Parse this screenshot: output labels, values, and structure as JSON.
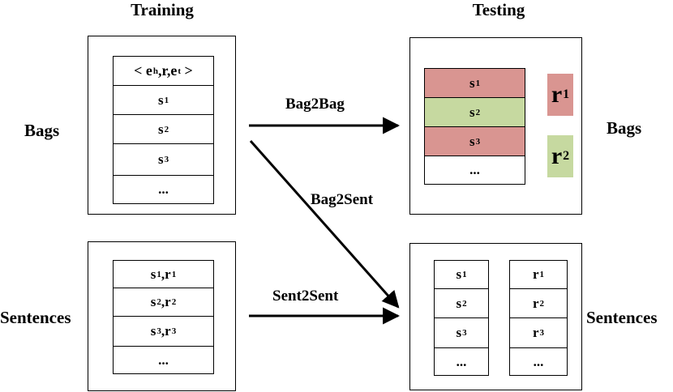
{
  "headers": {
    "training": "Training",
    "testing": "Testing"
  },
  "row_labels": {
    "left_bags": "Bags",
    "left_sentences": "Sentences",
    "right_bags": "Bags",
    "right_sentences": "Sentences"
  },
  "training_bag": {
    "header": {
      "open": "< e",
      "h": "h",
      "mid1": ",r,e",
      "t": "t",
      "close": " >"
    },
    "rows": [
      {
        "s": "s",
        "i": "1"
      },
      {
        "s": "s",
        "i": "2"
      },
      {
        "s": "s",
        "i": "3"
      },
      {
        "dots": "..."
      }
    ]
  },
  "training_sent": {
    "rows": [
      {
        "s": "s",
        "i": "1",
        "r": ",r",
        "j": "1"
      },
      {
        "s": "s",
        "i": "2",
        "r": ",r",
        "j": "2"
      },
      {
        "s": "s",
        "i": "3",
        "r": ",r",
        "j": "3"
      },
      {
        "dots": "..."
      }
    ]
  },
  "testing_bag": {
    "rows": [
      {
        "s": "s",
        "i": "1"
      },
      {
        "s": "s",
        "i": "2"
      },
      {
        "s": "s",
        "i": "3"
      },
      {
        "dots": "..."
      }
    ],
    "relations": [
      {
        "r": "r",
        "i": "1"
      },
      {
        "r": "r",
        "i": "2"
      }
    ],
    "colors": {
      "red": "#d99591",
      "green": "#c6d9a0"
    }
  },
  "testing_sent": {
    "sentences": [
      {
        "s": "s",
        "i": "1"
      },
      {
        "s": "s",
        "i": "2"
      },
      {
        "s": "s",
        "i": "3"
      },
      {
        "dots": "..."
      }
    ],
    "relations": [
      {
        "r": "r",
        "i": "1"
      },
      {
        "r": "r",
        "i": "2"
      },
      {
        "r": "r",
        "i": "3"
      },
      {
        "dots": "..."
      }
    ]
  },
  "arrows": {
    "bag2bag": "Bag2Bag",
    "bag2sent": "Bag2Sent",
    "sent2sent": "Sent2Sent"
  }
}
